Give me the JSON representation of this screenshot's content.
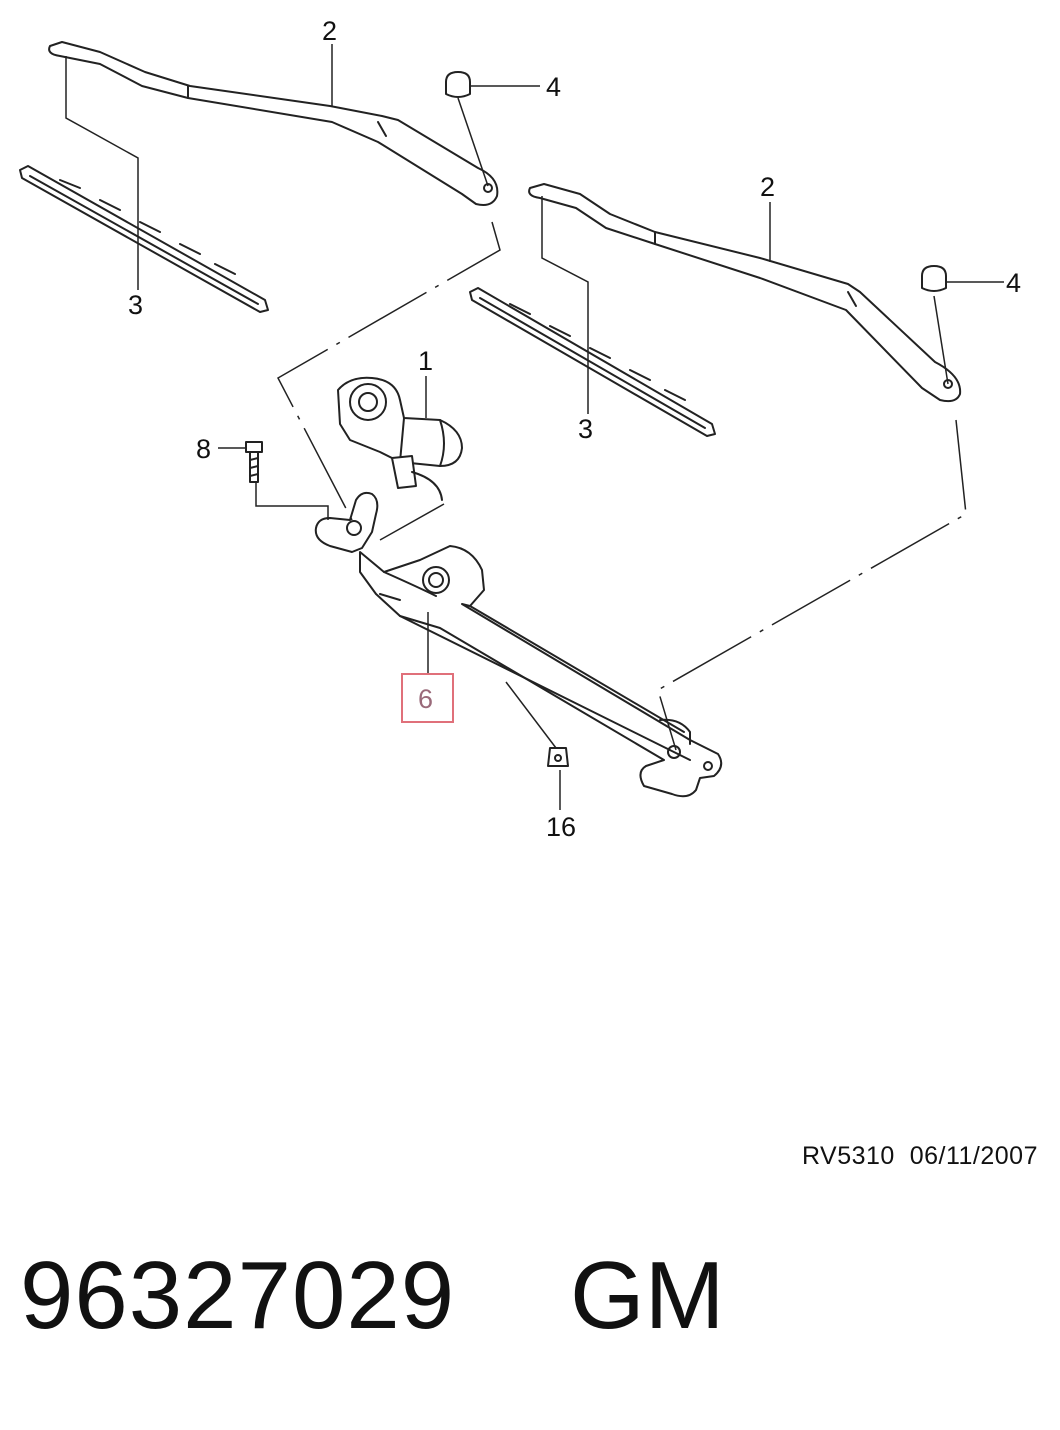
{
  "diagram": {
    "callouts": {
      "motor": "1",
      "arm_left": "2",
      "arm_right": "2",
      "blade_left": "3",
      "blade_right": "3",
      "nut_cap_left": "4",
      "nut_cap_right": "4",
      "linkage": "6",
      "bolt": "8",
      "nut": "16"
    },
    "highlight_color": "#e0707a"
  },
  "footer": {
    "drawing_code": "RV5310  06/11/2007",
    "part_number": "96327029",
    "brand": "GM"
  }
}
